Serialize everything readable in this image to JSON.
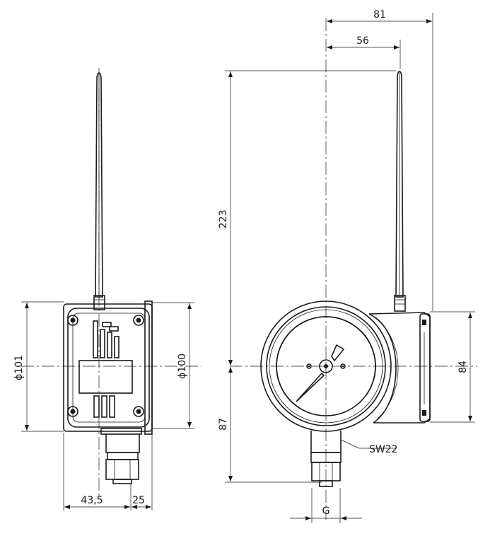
{
  "drawing": {
    "dimensions": {
      "d81": "81",
      "d56": "56",
      "d223": "223",
      "d87": "87",
      "d84": "84",
      "dia101": "ϕ101",
      "dia100": "ϕ100",
      "d43_5": "43,5",
      "d25": "25",
      "sw22": "SW22",
      "g": "G"
    }
  }
}
